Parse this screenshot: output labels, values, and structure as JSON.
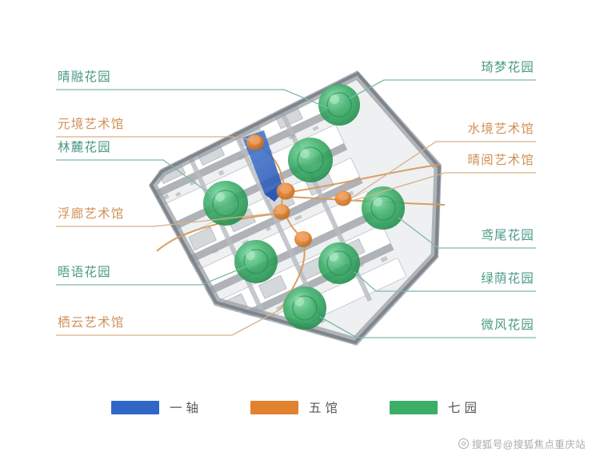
{
  "colors": {
    "axis_blue": "#3067c7",
    "museum_orange": "#e2822f",
    "garden_green": "#3cae68",
    "label_green": "#4b9a86",
    "label_orange": "#cf9157",
    "leader_green": "#7fb8a8",
    "leader_orange": "#d7b089",
    "legend_text": "#585858",
    "background": "#ffffff"
  },
  "labels": {
    "left": [
      {
        "text": "晴融花园",
        "kind": "garden",
        "color": "green"
      },
      {
        "text": "元境艺术馆",
        "kind": "museum",
        "color": "orange"
      },
      {
        "text": "林麓花园",
        "kind": "garden",
        "color": "green"
      },
      {
        "text": "浮廊艺术馆",
        "kind": "museum",
        "color": "orange"
      },
      {
        "text": "晤语花园",
        "kind": "garden",
        "color": "green"
      },
      {
        "text": "栖云艺术馆",
        "kind": "museum",
        "color": "orange"
      }
    ],
    "right": [
      {
        "text": "琦梦花园",
        "kind": "garden",
        "color": "green"
      },
      {
        "text": "水境艺术馆",
        "kind": "museum",
        "color": "orange"
      },
      {
        "text": "晴阅艺术馆",
        "kind": "museum",
        "color": "orange"
      },
      {
        "text": "鸢尾花园",
        "kind": "garden",
        "color": "green"
      },
      {
        "text": "绿荫花园",
        "kind": "garden",
        "color": "green"
      },
      {
        "text": "微风花园",
        "kind": "garden",
        "color": "green"
      }
    ]
  },
  "legend": [
    {
      "swatch": "#3067c7",
      "text": "一轴"
    },
    {
      "swatch": "#e2822f",
      "text": "五馆"
    },
    {
      "swatch": "#3cae68",
      "text": "七园"
    }
  ],
  "watermark": {
    "icon": "sohu-logo-icon",
    "text": "搜狐号@搜狐焦点重庆站"
  },
  "plan": {
    "axis_count": 1,
    "museum_count": 5,
    "garden_count": 7
  }
}
